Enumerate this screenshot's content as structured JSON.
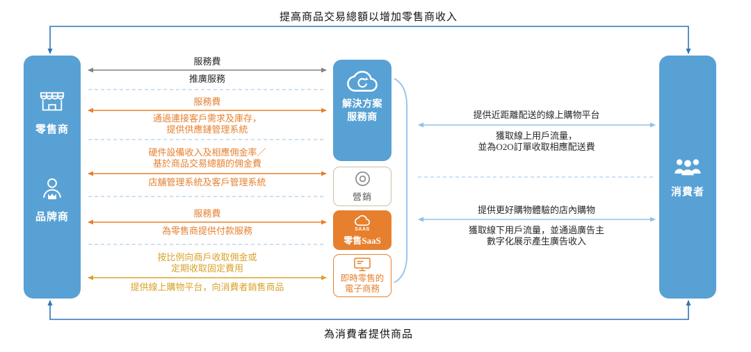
{
  "colors": {
    "box_blue": "#58A1D4",
    "arrow_blue": "#2E75B6",
    "arrow_gray": "#808080",
    "arrow_orange": "#E6802F",
    "arrow_gold": "#D8A22B",
    "arrow_lightblue": "#90C1E6",
    "dashed_blue": "#AFCFEA",
    "brace_blue": "#9CC4E8",
    "text_dark": "#262626",
    "marketing_gray": "#8C8C8C",
    "marketing_border": "#C9C0A8"
  },
  "top_flow": {
    "label": "提高商品交易總額以增加零售商收入"
  },
  "bottom_flow": {
    "label": "為消費者提供商品"
  },
  "left_box": {
    "items": [
      {
        "icon": "storefront-icon",
        "label": "零售商"
      },
      {
        "icon": "brand-person-icon",
        "label": "品牌商"
      }
    ]
  },
  "middle": {
    "provider": {
      "icon": "cloud-solution-icon",
      "label_line1": "解決方案",
      "label_line2": "服務商"
    },
    "sub_boxes": [
      {
        "icon": "marketing-target-icon",
        "label": "營銷"
      },
      {
        "icon": "saas-cloud-icon",
        "icon_text": "SAAS",
        "label": "零售SaaS"
      },
      {
        "icon": "ecommerce-monitor-icon",
        "label_line1": "即時零售的",
        "label_line2": "電子商務"
      }
    ]
  },
  "right_box": {
    "icon": "consumers-icon",
    "label": "消費者"
  },
  "left_flows": [
    {
      "color": "gray",
      "above": [
        "服務費"
      ],
      "below": [
        "推廣服務"
      ]
    },
    {
      "color": "orange",
      "above": [
        "服務費"
      ],
      "below": [
        "通過連接客戶需求及庫存，",
        "提供供應鏈管理系統"
      ]
    },
    {
      "color": "orange",
      "above": [
        "硬件設備收入及相應佣金率／",
        "基於商品交易總額的佣金費"
      ],
      "below": [
        "店舖管理系統及客戶管理系統"
      ]
    },
    {
      "color": "orange",
      "above": [
        "服務費"
      ],
      "below": [
        "為零售商提供付款服務"
      ]
    },
    {
      "color": "gold",
      "above": [
        "按比例向商戶收取佣金或",
        "定期收取固定費用"
      ],
      "below": [
        "提供線上購物平台，向消費者銷售商品"
      ]
    }
  ],
  "right_flows": [
    {
      "color": "lightblue",
      "above": [
        "提供近距離配送的線上購物平台"
      ],
      "below": [
        "獲取線上用戶流量，",
        "並為O2O訂單收取相應配送費"
      ]
    },
    {
      "color": "lightblue",
      "above": [
        "提供更好購物體驗的店內購物"
      ],
      "below": [
        "獲取線下用戶流量，並通過廣告主",
        "數字化展示產生廣告收入"
      ]
    }
  ]
}
